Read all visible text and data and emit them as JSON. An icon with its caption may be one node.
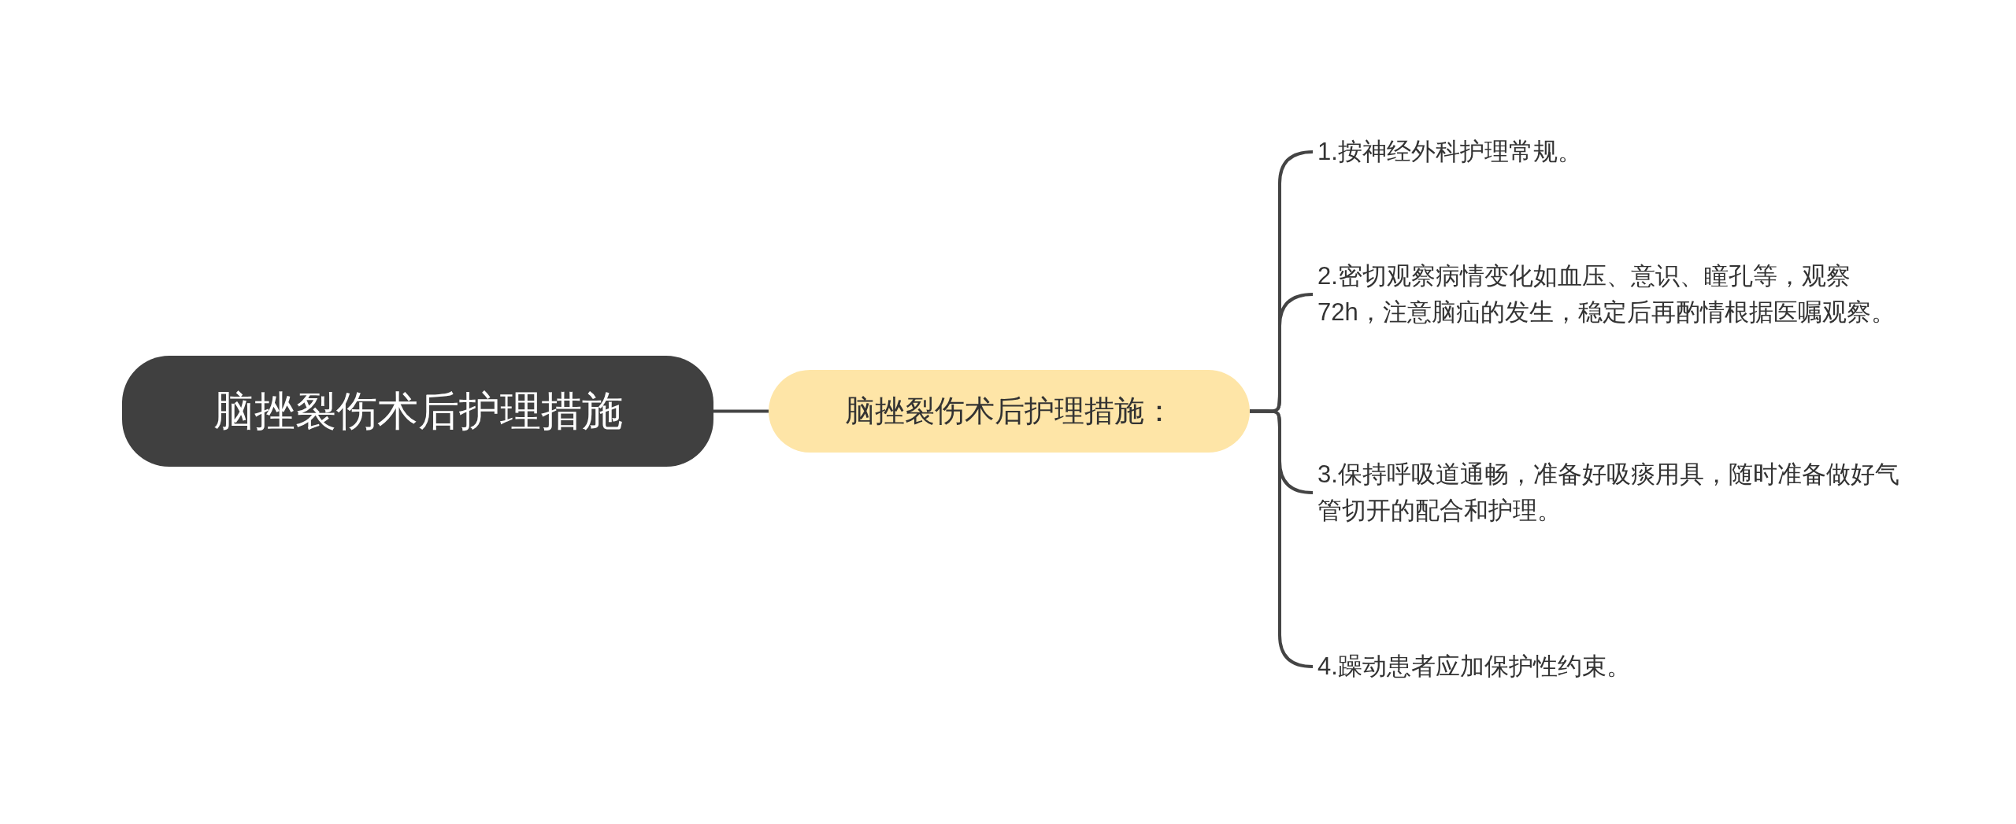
{
  "diagram": {
    "nodes": [
      {
        "text": [
          "脑挫裂伤术后护理措施"
        ]
      },
      {
        "text": [
          "脑挫裂伤术后护理措施："
        ]
      },
      {
        "text": [
          "1.按神经外科护理常规。"
        ]
      },
      {
        "text": [
          "2.密切观察病情变化如血压、意识、瞳孔等，观察72h，注意脑疝的发生，稳定后再酌情根据医嘱观察。"
        ]
      },
      {
        "text": [
          "3.保持呼吸道通畅，准备好吸痰用具，随时准备做好气管切开的配合和护理。"
        ]
      },
      {
        "text": [
          "4.躁动患者应加保护性约束。"
        ]
      }
    ],
    "edges": [
      {
        "from": 0,
        "to": 1,
        "arrow": "none"
      },
      {
        "from": 1,
        "to": 2,
        "arrow": "none"
      },
      {
        "from": 1,
        "to": 3,
        "arrow": "none"
      },
      {
        "from": 1,
        "to": 4,
        "arrow": "none"
      },
      {
        "from": 1,
        "to": 5,
        "arrow": "none"
      }
    ]
  }
}
